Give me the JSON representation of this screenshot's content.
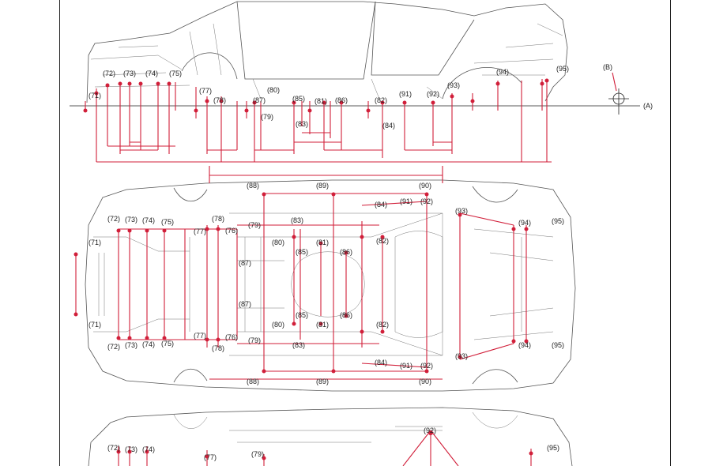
{
  "side_view": {
    "labels": [
      "(71)",
      "(72)",
      "(73)",
      "(74)",
      "(75)",
      "(77)",
      "(78)",
      "(87)",
      "(80)",
      "(79)",
      "(85)",
      "(81)",
      "(86)",
      "(83)",
      "(82)",
      "(84)",
      "(91)",
      "(92)",
      "(93)",
      "(94)",
      "(95)"
    ],
    "reference_a": "(A)",
    "reference_b": "(B)"
  },
  "bottom_view": {
    "top_labels": [
      "(88)",
      "(89)",
      "(90)",
      "(84)",
      "(91)",
      "(92)",
      "(93)",
      "(94)",
      "(95)",
      "(72)",
      "(73)",
      "(74)",
      "(75)",
      "(77)",
      "(78)",
      "(76)",
      "(79)",
      "(83)",
      "(80)",
      "(81)",
      "(82)",
      "(85)",
      "(86)",
      "(87)",
      "(71)"
    ],
    "bottom_labels": [
      "(71)",
      "(72)",
      "(73)",
      "(74)",
      "(75)",
      "(77)",
      "(78)",
      "(76)",
      "(79)",
      "(80)",
      "(81)",
      "(83)",
      "(82)",
      "(84)",
      "(91)",
      "(92)",
      "(93)",
      "(94)",
      "(95)",
      "(88)",
      "(89)",
      "(90)",
      "(85)",
      "(86)",
      "(87)"
    ]
  },
  "lower_view": {
    "labels": [
      "(72)",
      "(73)",
      "(74)",
      "(77)",
      "(79)",
      "(92)",
      "(95)"
    ]
  }
}
